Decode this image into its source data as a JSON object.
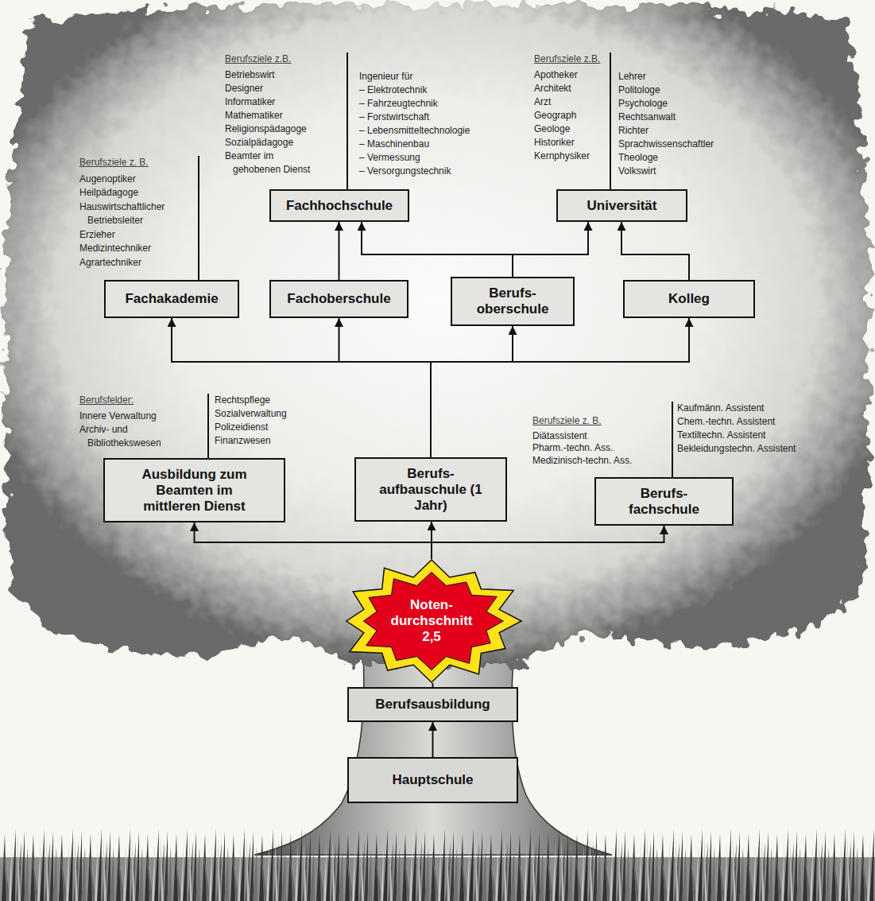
{
  "diagram": {
    "nodes": [
      {
        "text": [
          "Fachhochschule"
        ]
      },
      {
        "text": [
          "Universität"
        ]
      },
      {
        "text": [
          "Fachakademie"
        ]
      },
      {
        "text": [
          "Fachoberschule"
        ]
      },
      {
        "text": [
          "Berufs- oberschule"
        ]
      },
      {
        "text": [
          "Kolleg"
        ]
      },
      {
        "text": [
          "Ausbildung zum Beamten im mittleren Dienst"
        ]
      },
      {
        "text": [
          "Berufs- aufbauschule (1 Jahr)"
        ]
      },
      {
        "text": [
          "Berufs- fachschule"
        ]
      },
      {
        "text": [
          "Noten- durchschnitt 2,5"
        ]
      },
      {
        "text": [
          "Berufsausbildung"
        ]
      },
      {
        "text": [
          "Hauptschule"
        ]
      }
    ],
    "edges": [
      {
        "from": 11,
        "to": 10,
        "arrow": "to"
      },
      {
        "from": 10,
        "to": 9,
        "arrow": "none"
      },
      {
        "from": 9,
        "to": 6,
        "arrow": "to"
      },
      {
        "from": 9,
        "to": 7,
        "arrow": "to"
      },
      {
        "from": 9,
        "to": 8,
        "arrow": "to"
      },
      {
        "from": 7,
        "to": 2,
        "arrow": "to"
      },
      {
        "from": 7,
        "to": 3,
        "arrow": "to"
      },
      {
        "from": 7,
        "to": 4,
        "arrow": "to"
      },
      {
        "from": 7,
        "to": 5,
        "arrow": "to"
      },
      {
        "from": 3,
        "to": 0,
        "arrow": "to"
      },
      {
        "from": 4,
        "to": 0,
        "arrow": "to"
      },
      {
        "from": 4,
        "to": 1,
        "arrow": "to"
      },
      {
        "from": 5,
        "to": 1,
        "arrow": "to"
      }
    ],
    "labels": [
      "Berufsziele z. B.",
      "Augenoptiker",
      "Heilpädagoge",
      "Hauswirtschaftlicher Betriebsleiter",
      "Erzieher",
      "Medizintechniker",
      "Agrartechniker",
      "Berufsziele z.B.",
      "Betriebswirt",
      "Designer",
      "Informatiker",
      "Mathematiker",
      "Religionspädagoge",
      "Sozialpädagoge",
      "Beamter im gehobenen Dienst",
      "Ingenieur für",
      "– Elektrotechnik",
      "– Fahrzeugtechnik",
      "– Forstwirtschaft",
      "– Lebensmitteltechnologie",
      "– Maschinenbau",
      "– Vermessung",
      "– Versorgungstechnik",
      "Berufsziele z.B.",
      "Apotheker",
      "Architekt",
      "Arzt",
      "Geograph",
      "Geologe",
      "Historiker",
      "Kernphysiker",
      "Lehrer",
      "Politologe",
      "Psychologe",
      "Rechtsanwalt",
      "Richter",
      "Sprachwissenschaftler",
      "Theologe",
      "Volkswirt",
      "Berufsfelder:",
      "Innere Verwaltung",
      "Archiv- und Bibliothekswesen",
      "Rechtspflege",
      "Sozialverwaltung",
      "Polizeidienst",
      "Finanzwesen",
      "Berufsziele z. B.",
      "Diätassistent",
      "Pharm.-techn. Ass.",
      "Medizinisch-techn. Ass.",
      "Kaufmänn. Assistent",
      "Chem.-techn. Assistent",
      "Textiltechn. Assistent",
      "Bekleidungstechn. Assistent"
    ]
  }
}
